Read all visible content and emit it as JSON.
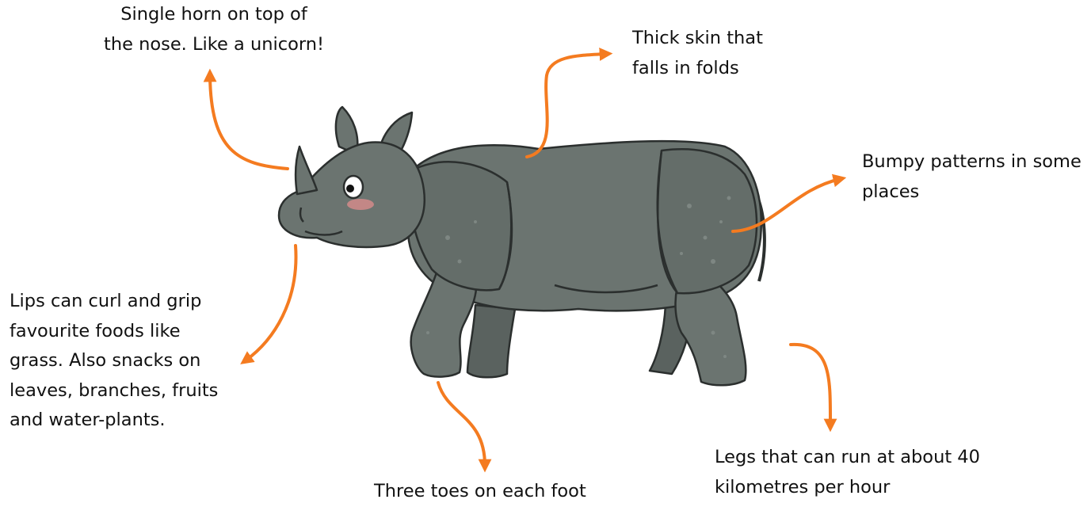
{
  "colors": {
    "arrow": "#F47B20",
    "rhino_body": "#6B7470",
    "rhino_shadow": "#5A625F",
    "rhino_outline": "#2B2F2E",
    "blush": "#D98C8C",
    "background": "#FFFFFF"
  },
  "annotations": {
    "horn": {
      "lines": [
        "Single horn on top of",
        "the nose. Like a unicorn!"
      ]
    },
    "skin": {
      "lines": [
        "Thick skin that",
        "falls in folds"
      ]
    },
    "bumpy": {
      "lines": [
        "Bumpy patterns in some",
        "places"
      ]
    },
    "lips": {
      "lines": [
        "Lips can curl and grip",
        "favourite foods like",
        "grass. Also snacks on",
        "leaves, branches, fruits",
        "and water-plants."
      ]
    },
    "toes": {
      "lines": [
        "Three toes on each foot"
      ]
    },
    "legs": {
      "lines": [
        "Legs that can run at about 40",
        "kilometres per hour"
      ]
    }
  }
}
